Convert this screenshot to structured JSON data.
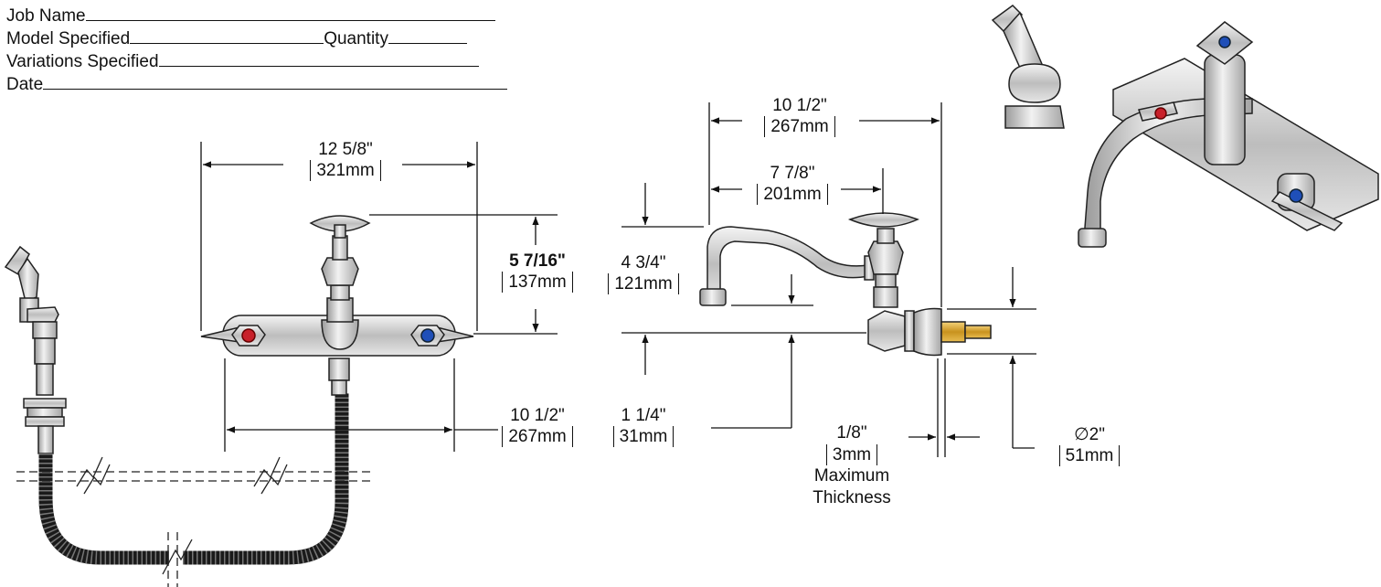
{
  "form": {
    "job_name": "Job Name",
    "model_specified": "Model Specified",
    "quantity": "Quantity",
    "variations_specified": "Variations Specified",
    "date": "Date"
  },
  "dimensions": {
    "overall_width": {
      "imperial": "12 5/8\"",
      "metric": "321mm"
    },
    "handle_height": {
      "imperial": "5 7/16\"",
      "metric": "137mm"
    },
    "centers": {
      "imperial": "10 1/2\"",
      "metric": "267mm"
    },
    "spout_reach": {
      "imperial": "10 1/2\"",
      "metric": "267mm"
    },
    "spout_offset": {
      "imperial": "7 7/8\"",
      "metric": "201mm"
    },
    "spout_height": {
      "imperial": "4 3/4\"",
      "metric": "121mm"
    },
    "body_drop": {
      "imperial": "1 1/4\"",
      "metric": "31mm"
    },
    "wall_thickness": {
      "imperial": "1/8\"",
      "metric": "3mm",
      "note_line1": "Maximum",
      "note_line2": "Thickness"
    },
    "flange_diameter": {
      "imperial": "2\"",
      "metric": "51mm",
      "symbol": "∅"
    }
  },
  "colors": {
    "hot": "#c8202a",
    "cold": "#1f4fb8",
    "body": "#cfcfcf",
    "brass": "#d9a934",
    "ink": "#111111"
  }
}
